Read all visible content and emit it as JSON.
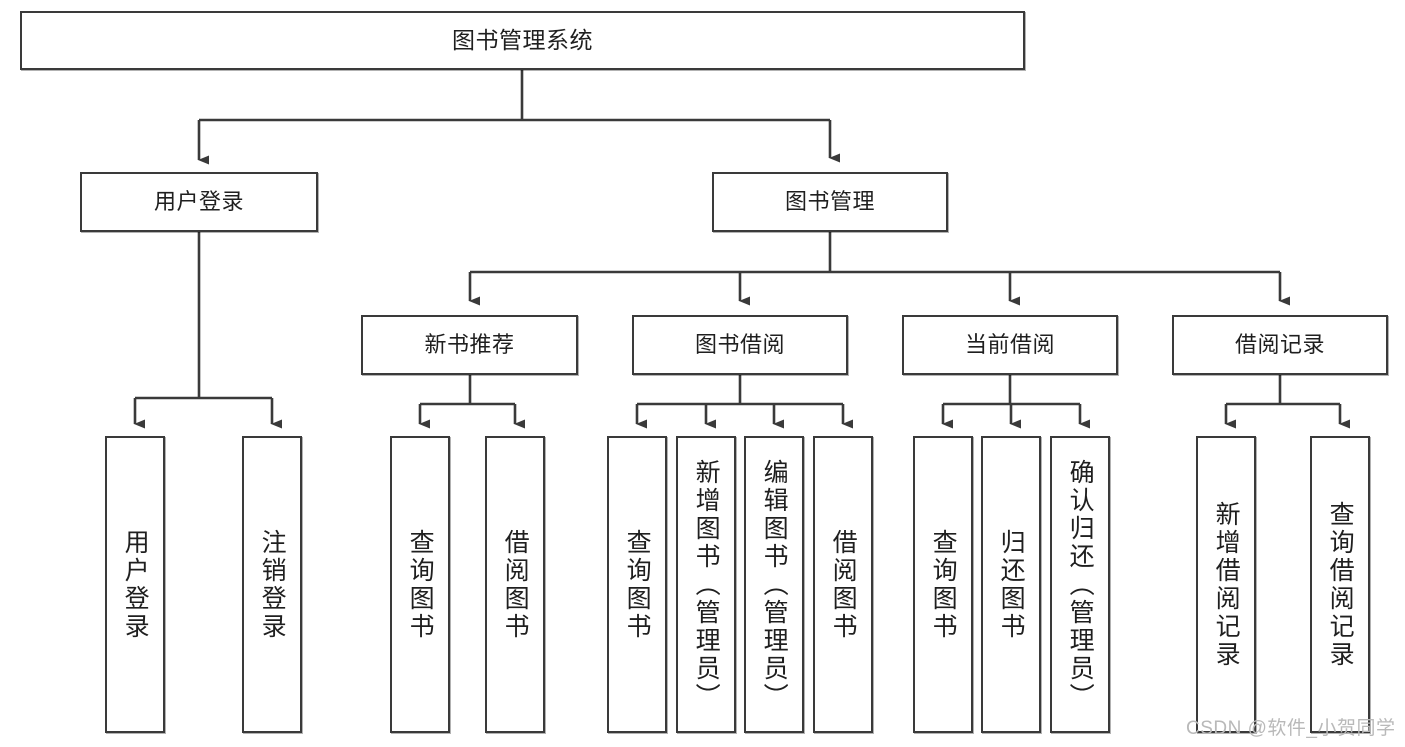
{
  "diagram": {
    "title": "图书管理系统",
    "type": "hierarchy-tree",
    "orientation": "top-down",
    "watermark": "CSDN @软件_小贺同学",
    "colors": {
      "background": "#ffffff",
      "node_border": "#3a3a3a",
      "node_fill": "#ffffff",
      "edge": "#3a3a3a",
      "text": "#1f1f1f",
      "watermark": "#b9b9b9"
    },
    "levels": 4
  },
  "nodes": {
    "root": {
      "label": "图书管理系统",
      "level": 1
    },
    "level2": [
      {
        "id": "user-login",
        "label": "用户登录",
        "level": 2
      },
      {
        "id": "book-management",
        "label": "图书管理",
        "level": 2
      }
    ],
    "level3": [
      {
        "id": "new-book-recommend",
        "label": "新书推荐",
        "level": 3,
        "parent": "book-management"
      },
      {
        "id": "book-borrow",
        "label": "图书借阅",
        "level": 3,
        "parent": "book-management"
      },
      {
        "id": "current-borrow",
        "label": "当前借阅",
        "level": 3,
        "parent": "book-management"
      },
      {
        "id": "borrow-record",
        "label": "借阅记录",
        "level": 3,
        "parent": "book-management"
      }
    ],
    "leaves": [
      {
        "id": "leaf-user-login",
        "label": "用户登录",
        "parent": "user-login"
      },
      {
        "id": "leaf-logout-login",
        "label": "注销登录",
        "parent": "user-login"
      },
      {
        "id": "leaf-query-book-1",
        "label": "查询图书",
        "parent": "new-book-recommend"
      },
      {
        "id": "leaf-borrow-book-1",
        "label": "借阅图书",
        "parent": "new-book-recommend"
      },
      {
        "id": "leaf-query-book-2",
        "label": "查询图书",
        "parent": "book-borrow"
      },
      {
        "id": "leaf-add-book",
        "label": "新增图书（管理员）",
        "parent": "book-borrow"
      },
      {
        "id": "leaf-edit-book",
        "label": "编辑图书（管理员）",
        "parent": "book-borrow"
      },
      {
        "id": "leaf-borrow-book-2",
        "label": "借阅图书",
        "parent": "book-borrow"
      },
      {
        "id": "leaf-query-book-3",
        "label": "查询图书",
        "parent": "current-borrow"
      },
      {
        "id": "leaf-return-book",
        "label": "归还图书",
        "parent": "current-borrow"
      },
      {
        "id": "leaf-confirm-return",
        "label": "确认归还（管理员）",
        "parent": "current-borrow"
      },
      {
        "id": "leaf-add-record",
        "label": "新增借阅记录",
        "parent": "borrow-record"
      },
      {
        "id": "leaf-query-record",
        "label": "查询借阅记录",
        "parent": "borrow-record"
      }
    ]
  }
}
